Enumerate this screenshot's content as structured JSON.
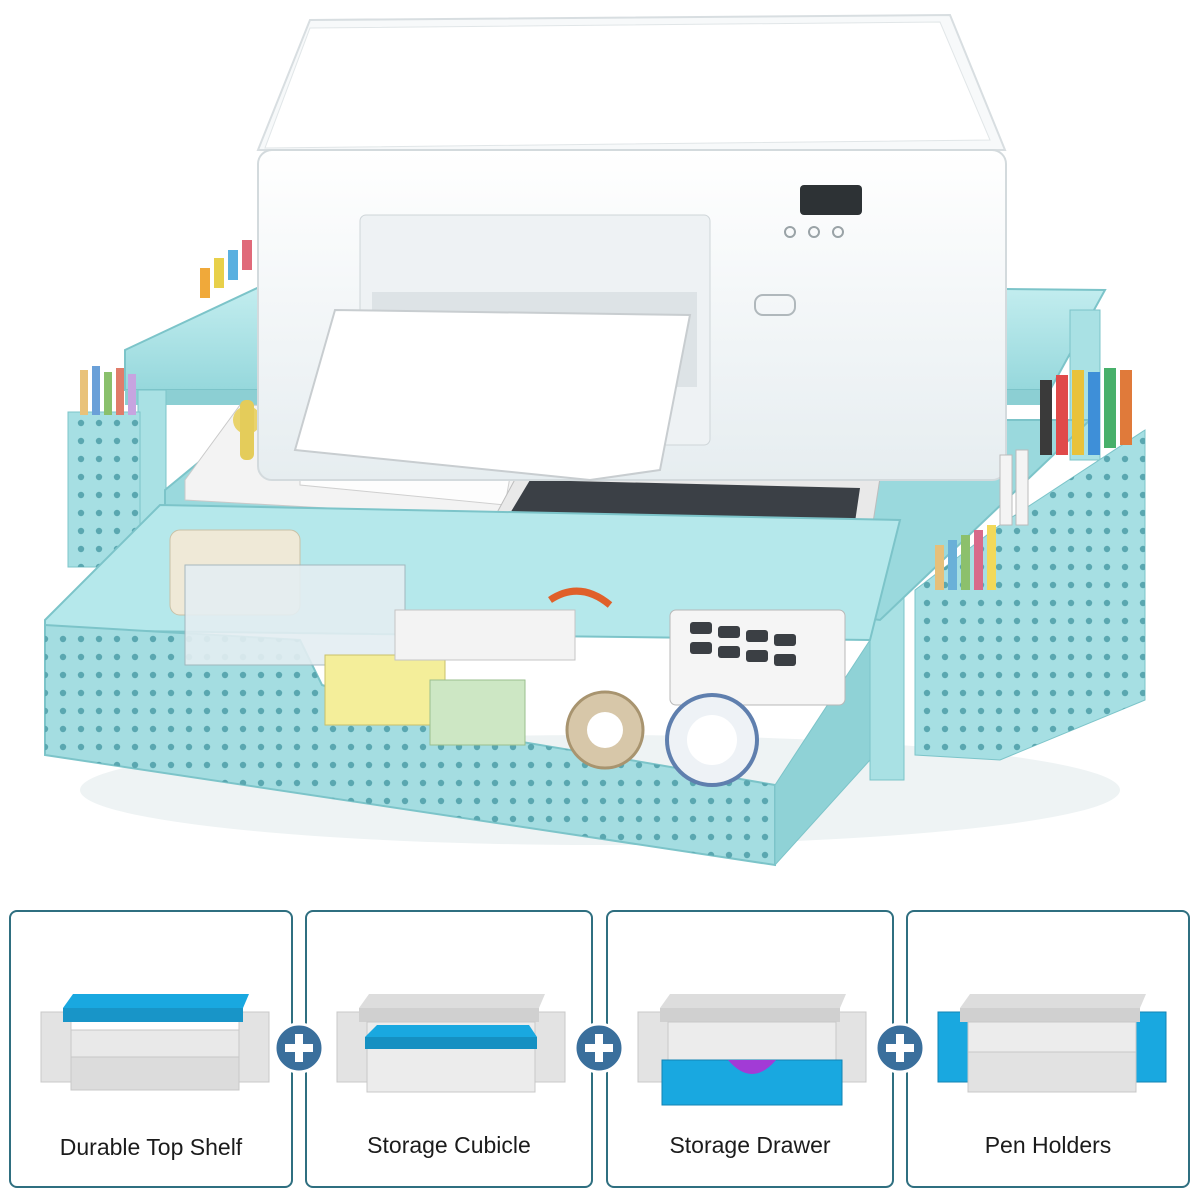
{
  "colors": {
    "accent": "#19a8e0",
    "stand": "#aee6e8",
    "panel_border": "#2f6f80",
    "drawer_handle": "#a23bd6",
    "plus_icon": "#3a6f9c"
  },
  "features": [
    {
      "caption": "Durable Top Shelf",
      "highlight": "top-shelf"
    },
    {
      "caption": "Storage Cubicle",
      "highlight": "cubicle"
    },
    {
      "caption": "Storage Drawer",
      "highlight": "drawer"
    },
    {
      "caption": "Pen Holders",
      "highlight": "pen-holders"
    }
  ],
  "icons": [
    "plus-icon",
    "plus-icon",
    "plus-icon"
  ]
}
